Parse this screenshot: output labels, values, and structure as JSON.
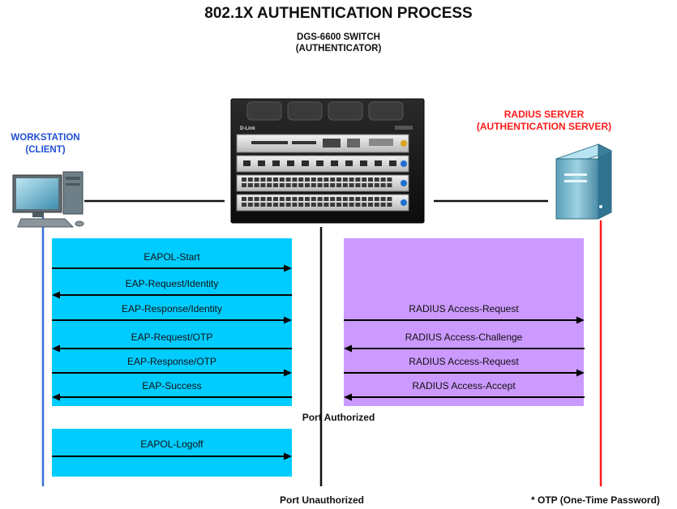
{
  "title": "802.1X AUTHENTICATION PROCESS",
  "switch": {
    "line1": "DGS-6600 SWITCH",
    "line2": "(AUTHENTICATOR)",
    "brand": "D-Link"
  },
  "workstation": {
    "line1": "WORKSTATION",
    "line2": "(CLIENT)"
  },
  "radius_server": {
    "line1": "RADIUS SERVER",
    "line2": "(AUTHENTICATION SERVER)"
  },
  "client_messages": [
    {
      "label": "EAPOL-Start",
      "direction": "right"
    },
    {
      "label": "EAP-Request/Identity",
      "direction": "left"
    },
    {
      "label": "EAP-Response/Identity",
      "direction": "right"
    },
    {
      "label": "EAP-Request/OTP",
      "direction": "left"
    },
    {
      "label": "EAP-Response/OTP",
      "direction": "right"
    },
    {
      "label": "EAP-Success",
      "direction": "left"
    }
  ],
  "server_messages": [
    {
      "label": "RADIUS Access-Request",
      "direction": "right"
    },
    {
      "label": "RADIUS Access-Challenge",
      "direction": "left"
    },
    {
      "label": "RADIUS Access-Request",
      "direction": "right"
    },
    {
      "label": "RADIUS Access-Accept",
      "direction": "left"
    }
  ],
  "logoff_message": {
    "label": "EAPOL-Logoff",
    "direction": "right"
  },
  "port_authorized": "Port Authorized",
  "port_unauthorized": "Port Unauthorized",
  "otp_note": "* OTP (One-Time Password)",
  "colors": {
    "client_panel": "#00ccff",
    "server_panel": "#cc99ff",
    "client_line": "#3b6fd8",
    "server_line": "#ff1a1a",
    "workstation_label": "#1f4fd6",
    "server_label": "#ff1a1a"
  }
}
